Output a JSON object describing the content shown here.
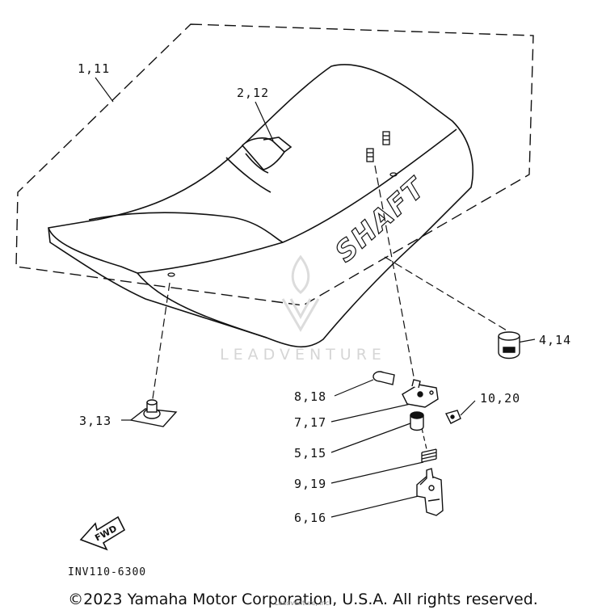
{
  "callouts": {
    "c1": "1,11",
    "c2": "2,12",
    "c3": "3,13",
    "c4": "4,14",
    "c5": "5,15",
    "c6": "6,16",
    "c7": "7,17",
    "c8": "8,18",
    "c9": "9,19",
    "c10": "10,20"
  },
  "seat_text": "SHAFT",
  "fwd_label": "FWD",
  "diagram_code": "INV110-6300",
  "watermark": {
    "brand": "LEADVENTURE",
    "small": "Leadventure, Inc."
  },
  "copyright": "©2023 Yamaha Motor Corporation, U.S.A. All rights reserved.",
  "colors": {
    "ink": "#111111",
    "watermark": "#d6d6d6",
    "background": "#ffffff"
  }
}
